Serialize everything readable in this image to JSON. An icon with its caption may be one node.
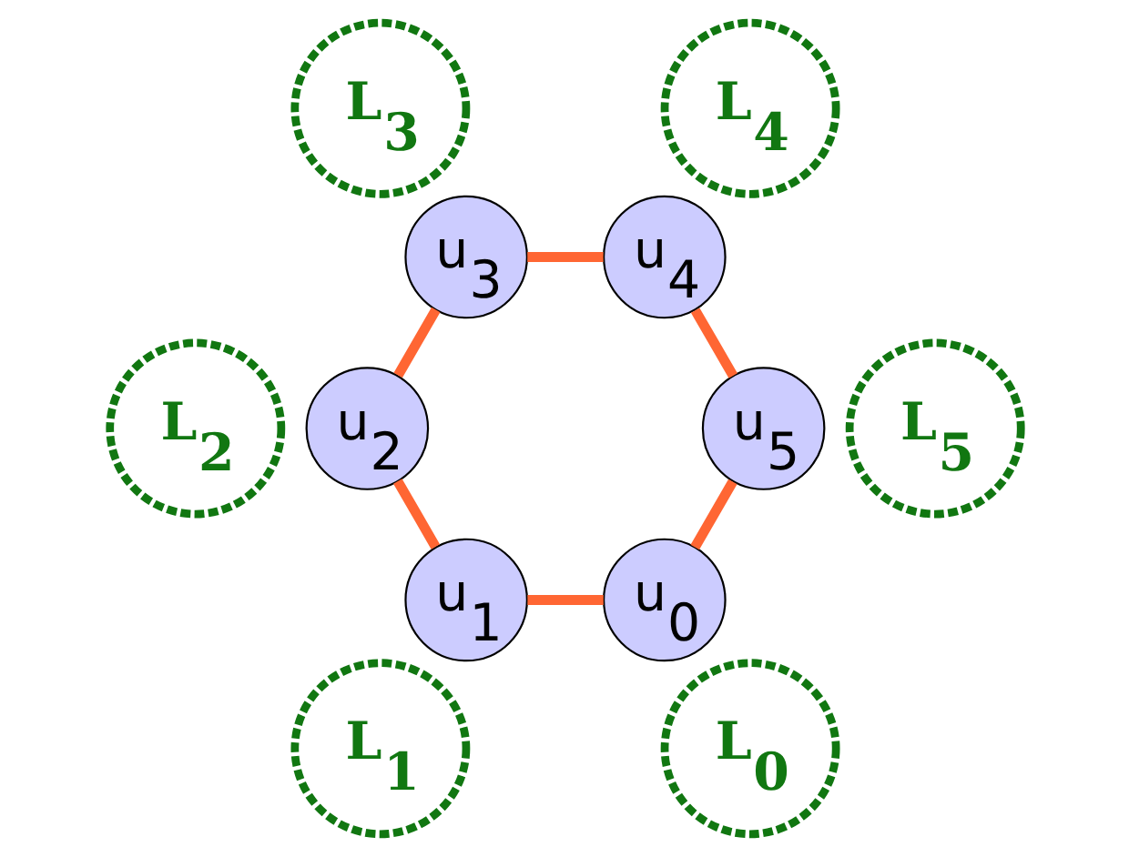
{
  "diagram": {
    "nodes": [
      {
        "text": [
          "u$_{0}$"
        ]
      },
      {
        "text": [
          "u$_{1}$"
        ]
      },
      {
        "text": [
          "u$_{2}$"
        ]
      },
      {
        "text": [
          "u$_{3}$"
        ]
      },
      {
        "text": [
          "u$_{4}$"
        ]
      },
      {
        "text": [
          "u$_{5}$"
        ]
      },
      {
        "text": [
          "L$_{0}$"
        ]
      },
      {
        "text": [
          "L$_{1}$"
        ]
      },
      {
        "text": [
          "L$_{2}$"
        ]
      },
      {
        "text": [
          "L$_{3}$"
        ]
      },
      {
        "text": [
          "L$_{4}$"
        ]
      },
      {
        "text": [
          "L$_{5}$"
        ]
      }
    ],
    "edges": [
      {
        "from": 0,
        "to": 1,
        "arrow": "none"
      },
      {
        "from": 1,
        "to": 2,
        "arrow": "none"
      },
      {
        "from": 2,
        "to": 3,
        "arrow": "none"
      },
      {
        "from": 3,
        "to": 4,
        "arrow": "none"
      },
      {
        "from": 4,
        "to": 5,
        "arrow": "none"
      },
      {
        "from": 5,
        "to": 0,
        "arrow": "none"
      }
    ]
  }
}
